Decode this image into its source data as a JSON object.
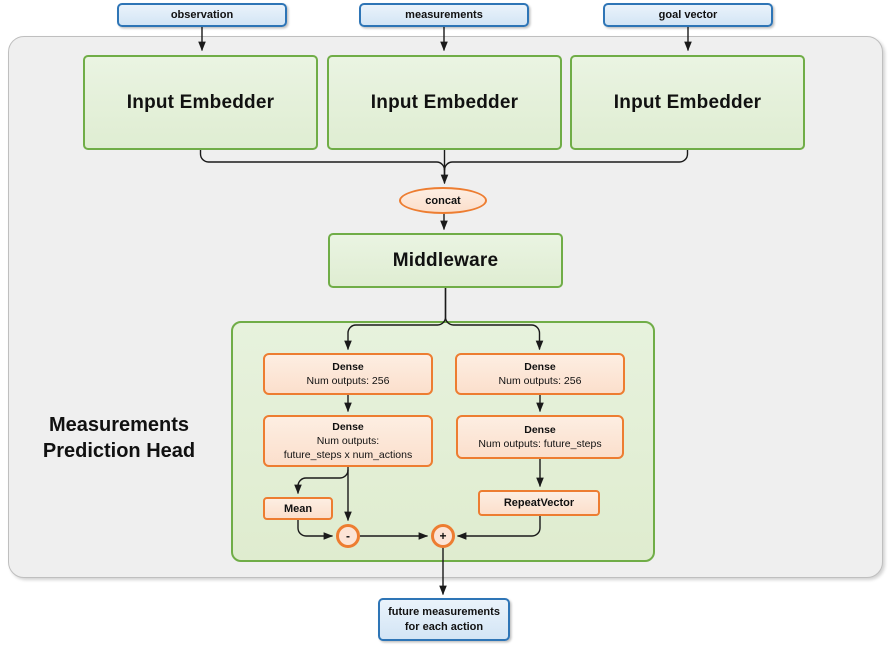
{
  "colors": {
    "panel_fill": "#efefef",
    "panel_border": "#bfbfbf",
    "green_border": "#70ad47",
    "green_fill": "#e2efda",
    "orange_border": "#ed7d31",
    "orange_fill": "#fce4d6",
    "blue_border": "#2e75b6",
    "blue_fill": "#deebf7",
    "line": "#1a1a1a"
  },
  "inputs": [
    {
      "label": "observation"
    },
    {
      "label": "measurements"
    },
    {
      "label": "goal vector"
    }
  ],
  "embedders": [
    {
      "label": "Input Embedder"
    },
    {
      "label": "Input Embedder"
    },
    {
      "label": "Input Embedder"
    }
  ],
  "concat": {
    "label": "concat"
  },
  "middleware": {
    "label": "Middleware"
  },
  "head": {
    "title_line1": "Measurements",
    "title_line2": "Prediction Head",
    "dense_left_1": {
      "title": "Dense",
      "line1": "Num outputs: 256"
    },
    "dense_right_1": {
      "title": "Dense",
      "line1": "Num outputs: 256"
    },
    "dense_left_2": {
      "title": "Dense",
      "line1": "Num outputs:",
      "line2": "future_steps x num_actions"
    },
    "dense_right_2": {
      "title": "Dense",
      "line1": "Num outputs: future_steps"
    },
    "mean_label": "Mean",
    "repeat_label": "RepeatVector",
    "minus_label": "-",
    "plus_label": "+"
  },
  "output": {
    "line1": "future measurements",
    "line2": "for each action"
  }
}
